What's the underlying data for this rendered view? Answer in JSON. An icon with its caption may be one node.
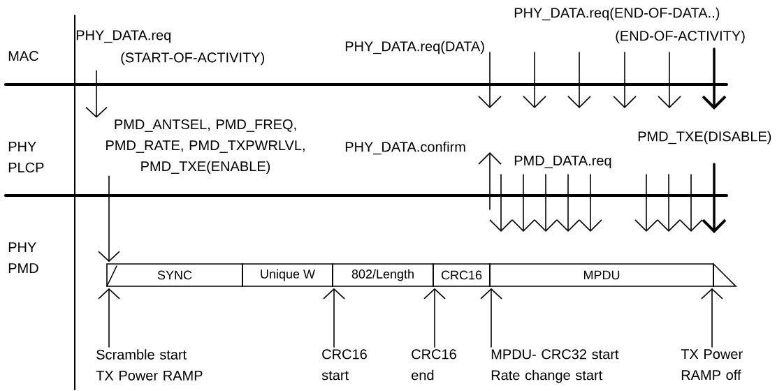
{
  "diagram": {
    "nodes": [
      {
        "text": [
          "PHY_DATA.req",
          "(START-OF-ACTIVITY)"
        ]
      },
      {
        "text": [
          "PMD_ANTSEL, PMD_FREQ, PMD_RATE, PMD_TXPWRLVL, PMD_TXE(ENABLE)"
        ]
      },
      {
        "text": [
          "SYNC"
        ]
      },
      {
        "text": [
          "Unique W"
        ]
      },
      {
        "text": [
          "802/Length"
        ]
      },
      {
        "text": [
          "CRC16"
        ]
      },
      {
        "text": [
          "MPDU"
        ]
      },
      {
        "text": [
          "Scramble start TX Power RAMP"
        ]
      },
      {
        "text": [
          "CRC16 start"
        ]
      },
      {
        "text": [
          "CRC16 end"
        ]
      },
      {
        "text": [
          "MPDU- CRC32 start Rate change start"
        ]
      },
      {
        "text": [
          "TX Power RAMP off"
        ]
      }
    ],
    "edges": [
      {
        "from": 0,
        "to": 1,
        "arrow": "to"
      },
      {
        "from": 1,
        "to": 2,
        "arrow": "to"
      },
      {
        "from": 7,
        "to": 2,
        "arrow": "to"
      },
      {
        "from": 8,
        "to": 4,
        "arrow": "to"
      },
      {
        "from": 9,
        "to": 5,
        "arrow": "to"
      },
      {
        "from": 10,
        "to": 6,
        "arrow": "to"
      },
      {
        "from": 11,
        "to": 6,
        "arrow": "to"
      }
    ],
    "labels": [
      "PHY_DATA.req(END-OF-DATA..)",
      "(END-OF-ACTIVITY)",
      "MAC",
      "PHY_DATA.req(DATA)",
      "PMD_TXE(DISABLE)",
      "PHY PLCP",
      "PHY_DATA.confirm",
      "PMD_DATA.req",
      "PHY PMD"
    ]
  }
}
